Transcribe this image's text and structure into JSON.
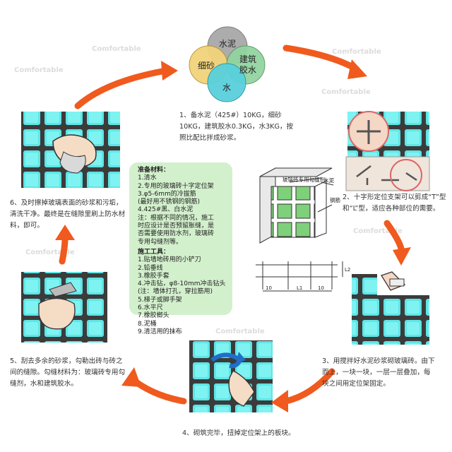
{
  "center_panel": {
    "materials_title": "准备材料：",
    "materials": [
      "1.清水",
      "2.专用的玻璃砖十字定位架",
      "3.φ5-6mm的冷拔筋",
      "(最好用不锈钢的钢筋)",
      "4.425#黑、白水泥",
      "注：根据不同的情况，施工",
      "时应设计是否预留胀缝，是",
      "否需要使用防水剂，玻璃砖",
      "专用勾缝剂等。"
    ],
    "tools_title": "施工工具：",
    "tools": [
      "1.贴墙地砖用的小铲刀",
      "2.铅垂线",
      "3.橡胶手套",
      "4.冲击钻，φ8-10mm冲击钻头",
      "(注：墙体打孔，穿拉筋用)",
      "5.梯子或脚手架",
      "6.水平尺",
      "7.橡胶榔头",
      "8.泥桶",
      "9.清洁用的抹布"
    ]
  },
  "venn": {
    "cement": "水泥",
    "sand": "细砂",
    "glue": "建筑胶水",
    "water": "水"
  },
  "wall_labels": {
    "rebar_label": "玻璃砖专用勾缝剂",
    "cement_label": "水泥",
    "steel_label": "钢筋",
    "dim_l2": "L2",
    "dim_10a": "10",
    "dim_l1": "L1",
    "dim_10b": "10"
  },
  "steps": [
    {
      "lines": [
        "1、备水泥（425#）10KG，细砂",
        "10KG，建筑胶水0.3KG，水3KG，按",
        "照比配比拌成砂浆。"
      ]
    },
    {
      "lines": [
        "2、十字形定位支架可以剪成“T”型",
        "和“L”型，适应各种部位的需要。"
      ]
    },
    {
      "lines": [
        "3、用搅拌好水泥砂浆砌玻璃砖。由下",
        "而上，一块一块，一层一层叠加，每",
        "块之间用定位架固定。"
      ]
    },
    {
      "lines": [
        "4、砌筑完毕，扭掉定位架上的板块。"
      ]
    },
    {
      "lines": [
        "5、刮去多余的砂浆，勾勒出砖与砖之",
        "间的缝隙。勾缝材料为：玻璃砖专用勾",
        "缝剂，水和建筑胶水。"
      ]
    },
    {
      "lines": [
        "6、及时擦掉玻璃表面的砂浆和污垢，",
        "清洗干净。最终是在缝隙里刷上防水材",
        "料，即可。"
      ]
    }
  ],
  "watermark": "Comfortable",
  "colors": {
    "arrow": "#f05a1e",
    "cement": "#a8a8a8",
    "sand": "#f2d37a",
    "glue": "#93d4a1",
    "water": "#59d0dc",
    "panel": "#d3f0cd",
    "glass": "#5ee6e6",
    "frame": "#3b3b3b"
  }
}
